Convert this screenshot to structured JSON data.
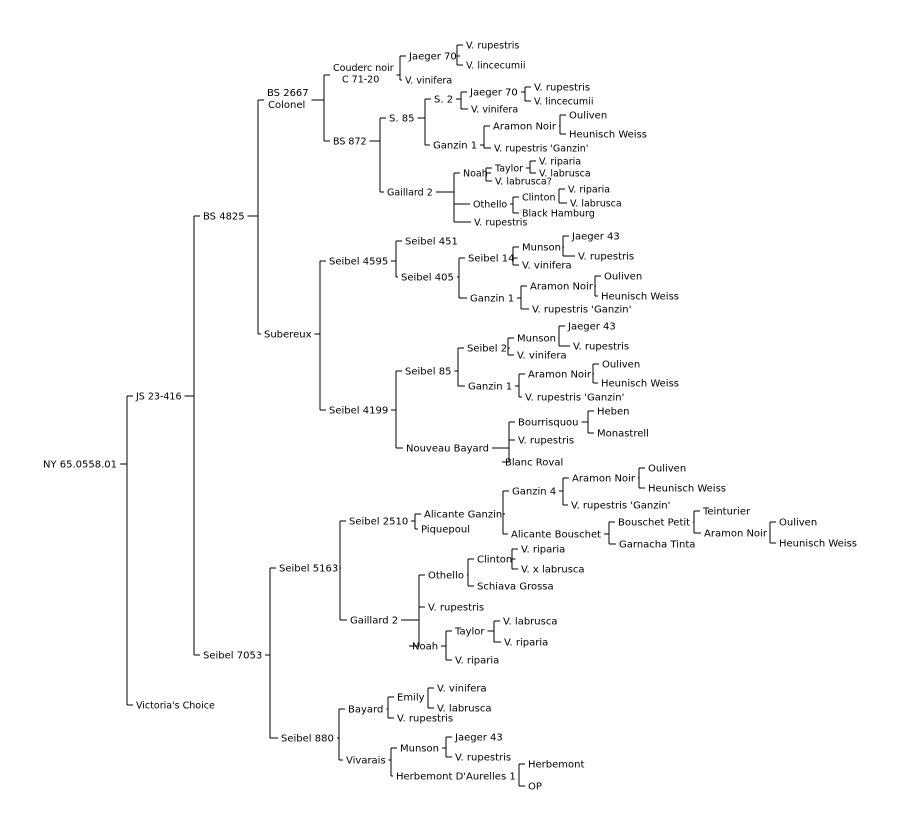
{
  "pedigree": {
    "root": {
      "label": "NY 65.0558.01",
      "children": [
        {
          "label": "JS 23-416",
          "children": [
            {
              "label": "BS 4825",
              "children": [
                {
                  "label": "BS 2667 Colonel",
                  "children": [
                    {
                      "label": "Couderc noir C 71-20",
                      "children": [
                        {
                          "label": "Jaeger 70",
                          "children": [
                            {
                              "label": "V. rupestris"
                            },
                            {
                              "label": "V. lincecumii"
                            }
                          ]
                        },
                        {
                          "label": "V. vinifera"
                        }
                      ]
                    },
                    {
                      "label": "BS 872",
                      "children": [
                        {
                          "label": "S. 85",
                          "children": [
                            {
                              "label": "S. 2",
                              "children": [
                                {
                                  "label": "Jaeger 70",
                                  "children": [
                                    {
                                      "label": "V. rupestris"
                                    },
                                    {
                                      "label": "V. lincecumii"
                                    }
                                  ]
                                },
                                {
                                  "label": "V. vinifera"
                                }
                              ]
                            },
                            {
                              "label": "Ganzin 1",
                              "children": [
                                {
                                  "label": "Aramon Noir",
                                  "children": [
                                    {
                                      "label": "Ouliven"
                                    },
                                    {
                                      "label": "Heunisch Weiss"
                                    }
                                  ]
                                },
                                {
                                  "label": "V. rupestris 'Ganzin'"
                                }
                              ]
                            }
                          ]
                        },
                        {
                          "label": "Gaillard 2",
                          "children": [
                            {
                              "label": "Noah",
                              "children": [
                                {
                                  "label": "Taylor",
                                  "children": [
                                    {
                                      "label": "V. riparia"
                                    },
                                    {
                                      "label": "V. labrusca"
                                    }
                                  ]
                                },
                                {
                                  "label": "V. labrusca?"
                                }
                              ]
                            },
                            {
                              "label": "Othello",
                              "children": [
                                {
                                  "label": "Clinton",
                                  "children": [
                                    {
                                      "label": "V. riparia"
                                    },
                                    {
                                      "label": "V. labrusca"
                                    }
                                  ]
                                },
                                {
                                  "label": "Black Hamburg"
                                }
                              ]
                            },
                            {
                              "label": "V. rupestris"
                            }
                          ]
                        }
                      ]
                    }
                  ]
                },
                {
                  "label": "Subereux",
                  "children": [
                    {
                      "label": "Seibel 4595",
                      "children": [
                        {
                          "label": "Seibel 451"
                        },
                        {
                          "label": "Seibel 405",
                          "children": [
                            {
                              "label": "Seibel 14",
                              "children": [
                                {
                                  "label": "Munson",
                                  "children": [
                                    {
                                      "label": "Jaeger 43"
                                    },
                                    {
                                      "label": "V. rupestris"
                                    }
                                  ]
                                },
                                {
                                  "label": "V. vinifera"
                                }
                              ]
                            },
                            {
                              "label": "Ganzin 1",
                              "children": [
                                {
                                  "label": "Aramon Noir",
                                  "children": [
                                    {
                                      "label": "Ouliven"
                                    },
                                    {
                                      "label": "Heunisch Weiss"
                                    }
                                  ]
                                },
                                {
                                  "label": "V. rupestris 'Ganzin'"
                                }
                              ]
                            }
                          ]
                        }
                      ]
                    },
                    {
                      "label": "Seibel 4199",
                      "children": [
                        {
                          "label": "Seibel 85",
                          "children": [
                            {
                              "label": "Seibel 2",
                              "children": [
                                {
                                  "label": "Munson",
                                  "children": [
                                    {
                                      "label": "Jaeger 43"
                                    },
                                    {
                                      "label": "V. rupestris"
                                    }
                                  ]
                                },
                                {
                                  "label": "V. vinifera"
                                }
                              ]
                            },
                            {
                              "label": "Ganzin 1",
                              "children": [
                                {
                                  "label": "Aramon Noir",
                                  "children": [
                                    {
                                      "label": "Ouliven"
                                    },
                                    {
                                      "label": "Heunisch Weiss"
                                    }
                                  ]
                                },
                                {
                                  "label": "V. rupestris 'Ganzin'"
                                }
                              ]
                            }
                          ]
                        },
                        {
                          "label": "Nouveau Bayard",
                          "children": [
                            {
                              "label": "Bourrisquou",
                              "children": [
                                {
                                  "label": "Heben"
                                },
                                {
                                  "label": "Monastrell"
                                }
                              ]
                            },
                            {
                              "label": "V. rupestris"
                            },
                            {
                              "label": "Blanc Roval"
                            }
                          ]
                        }
                      ]
                    }
                  ]
                }
              ]
            },
            {
              "label": "Seibel 7053",
              "children": [
                {
                  "label": "Seibel 5163",
                  "children": [
                    {
                      "label": "Seibel 2510",
                      "children": [
                        {
                          "label": "Alicante Ganzin",
                          "children": [
                            {
                              "label": "Ganzin 4",
                              "children": [
                                {
                                  "label": "Aramon Noir",
                                  "children": [
                                    {
                                      "label": "Ouliven"
                                    },
                                    {
                                      "label": "Heunisch Weiss"
                                    }
                                  ]
                                },
                                {
                                  "label": "V. rupestris 'Ganzin'"
                                }
                              ]
                            },
                            {
                              "label": "Alicante Bouschet",
                              "children": [
                                {
                                  "label": "Bouschet Petit",
                                  "children": [
                                    {
                                      "label": "Teinturier"
                                    },
                                    {
                                      "label": "Aramon Noir",
                                      "children": [
                                        {
                                          "label": "Ouliven"
                                        },
                                        {
                                          "label": "Heunisch Weiss"
                                        }
                                      ]
                                    }
                                  ]
                                },
                                {
                                  "label": "Garnacha Tinta"
                                }
                              ]
                            }
                          ]
                        },
                        {
                          "label": "Piquepoul"
                        }
                      ]
                    },
                    {
                      "label": "Gaillard 2",
                      "children": [
                        {
                          "label": "Othello",
                          "children": [
                            {
                              "label": "Clinton",
                              "children": [
                                {
                                  "label": "V. riparia"
                                },
                                {
                                  "label": "V. x labrusca"
                                }
                              ]
                            },
                            {
                              "label": "Schiava Grossa"
                            }
                          ]
                        },
                        {
                          "label": "V. rupestris"
                        },
                        {
                          "label": "Noah",
                          "children": [
                            {
                              "label": "Taylor",
                              "children": [
                                {
                                  "label": "V. labrusca"
                                },
                                {
                                  "label": "V. riparia"
                                }
                              ]
                            },
                            {
                              "label": "V. riparia"
                            }
                          ]
                        }
                      ]
                    }
                  ]
                },
                {
                  "label": "Seibel 880",
                  "children": [
                    {
                      "label": "Bayard",
                      "children": [
                        {
                          "label": "Emily",
                          "children": [
                            {
                              "label": "V. vinifera"
                            },
                            {
                              "label": "V. labrusca"
                            }
                          ]
                        },
                        {
                          "label": "V. rupestris"
                        }
                      ]
                    },
                    {
                      "label": "Vivarais",
                      "children": [
                        {
                          "label": "Munson",
                          "children": [
                            {
                              "label": "Jaeger 43"
                            },
                            {
                              "label": "V. rupestris"
                            }
                          ]
                        },
                        {
                          "label": "Herbemont D'Aurelles 1",
                          "children": [
                            {
                              "label": "Herbemont"
                            },
                            {
                              "label": "OP"
                            }
                          ]
                        }
                      ]
                    }
                  ]
                }
              ]
            }
          ]
        },
        {
          "label": "Victoria's Choice"
        }
      ]
    }
  }
}
